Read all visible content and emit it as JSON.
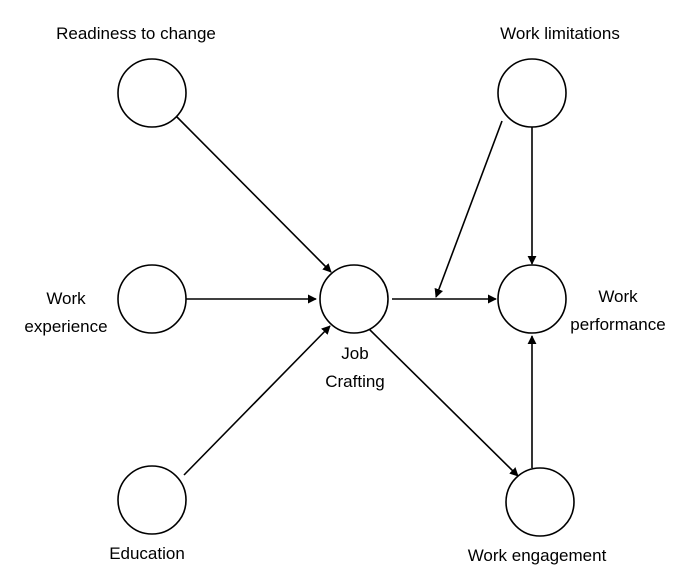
{
  "diagram": {
    "nodes": {
      "readiness": {
        "label_lines": [
          "Readiness to change"
        ]
      },
      "experience": {
        "label_lines": [
          "Work",
          "experience"
        ]
      },
      "education": {
        "label_lines": [
          "Education"
        ]
      },
      "crafting": {
        "label_lines": [
          "Job",
          "Crafting"
        ]
      },
      "limitations": {
        "label_lines": [
          "Work limitations"
        ]
      },
      "performance": {
        "label_lines": [
          "Work",
          "performance"
        ]
      },
      "engagement": {
        "label_lines": [
          "Work engagement"
        ]
      }
    },
    "edges": [
      {
        "from": "readiness",
        "to": "crafting"
      },
      {
        "from": "experience",
        "to": "crafting"
      },
      {
        "from": "education",
        "to": "crafting"
      },
      {
        "from": "crafting",
        "to": "performance"
      },
      {
        "from": "crafting",
        "to": "engagement"
      },
      {
        "from": "limitations",
        "to": "performance"
      },
      {
        "from": "limitations",
        "to": "crafting-performance-path"
      },
      {
        "from": "engagement",
        "to": "performance"
      }
    ],
    "colors": {
      "stroke": "#000000",
      "fill": "#ffffff"
    }
  }
}
